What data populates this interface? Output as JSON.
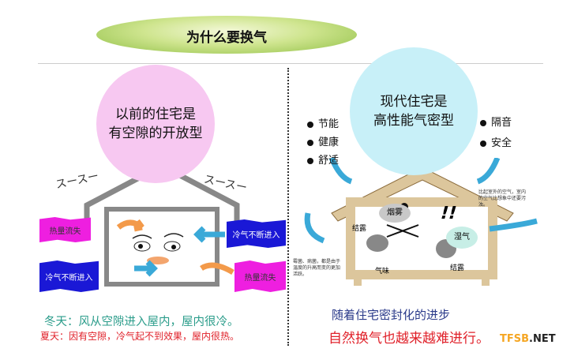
{
  "title": "为什么要换气",
  "left": {
    "circle_line1": "以前的住宅是",
    "circle_line2": "有空隙的开放型",
    "sound_left": "スースー",
    "sound_right": "スースー",
    "flag_heat_loss_1": "热量流失",
    "flag_cold_in_1": "冷气不断进入",
    "flag_cold_in_2": "冷气不断进入",
    "flag_heat_loss_2": "热量流失",
    "winter": "冬天：风从空隙进入屋内，屋内很冷。",
    "summer": "夏天：因有空隙，冷气起不到效果，屋内很热。"
  },
  "right": {
    "circle_line1": "现代住宅是",
    "circle_line2": "高性能气密型",
    "bullets_left": [
      "节能",
      "健康",
      "舒适"
    ],
    "bullets_right": [
      "隔音",
      "安全"
    ],
    "note_top": "比起室外的空气，室内的空气比想象中还要污浊。",
    "note_left": "霉菌、病菌，都是由于温度的升高而变的更加活跃。",
    "cloud_smoke": "烟雾",
    "cloud_humidity": "湿气",
    "label_dew1": "结露",
    "label_dew2": "结露",
    "label_odor": "气味",
    "exclaim": "!!",
    "caption1": "随着住宅密封化的进步",
    "caption2": "自然换气也越来越难进行。"
  },
  "watermark": {
    "brand": "TFSB",
    "suffix": ".NET"
  },
  "colors": {
    "pink": "#f7c8f1",
    "blue": "#c8f0f8",
    "arrow_blue": "#3aa9d8",
    "arrow_orange": "#f39a4a",
    "magenta": "#ee1fe0",
    "navy": "#1a18d6"
  }
}
